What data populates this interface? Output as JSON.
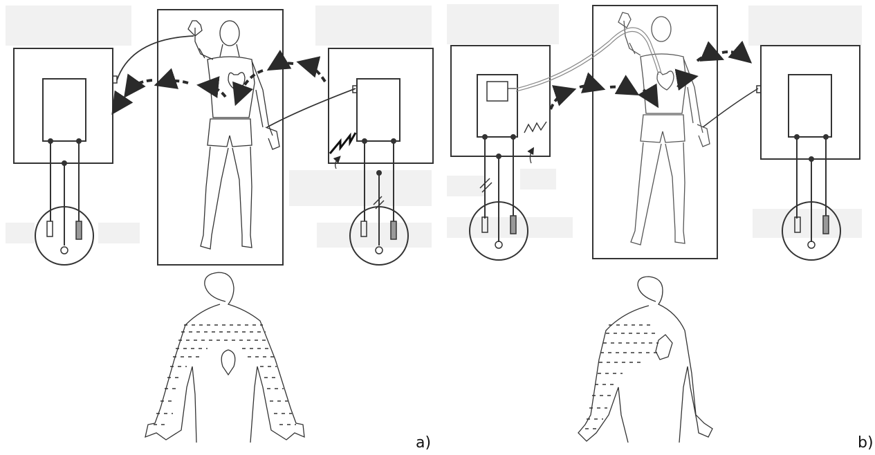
{
  "figure": {
    "panels": [
      {
        "id": "a",
        "label": "a)"
      },
      {
        "id": "b",
        "label": "b)"
      }
    ]
  },
  "colors": {
    "line": "#333333",
    "arrow": "#2a2a2a",
    "placeholder": "#f1f1f1",
    "background": "#ffffff"
  }
}
